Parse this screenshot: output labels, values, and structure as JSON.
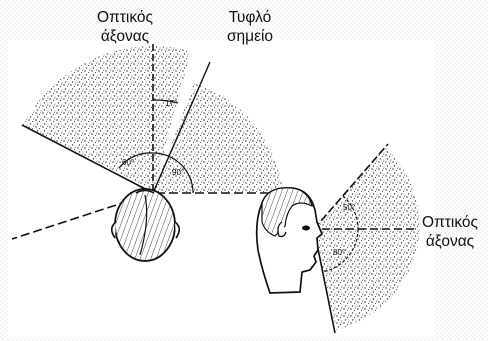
{
  "labels": {
    "optical_axis_top": [
      "Οπτικός",
      "άξονας"
    ],
    "blind_spot": [
      "Τυφλό",
      "σημείο"
    ],
    "optical_axis_side": [
      "Οπτικός",
      "άξονας"
    ]
  },
  "angles": {
    "top_view_blind_spot": "17°",
    "top_view_left": "60°",
    "top_view_right": "90°",
    "side_view_upper": "50°",
    "side_view_lower": "80°"
  },
  "colors": {
    "background_dots": "#e7ebf2",
    "ink": "#111111",
    "stipple": "#3a3a3a"
  }
}
